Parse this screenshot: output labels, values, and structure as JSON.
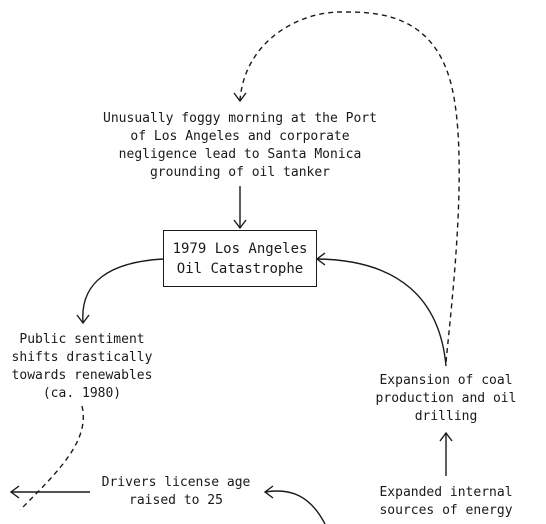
{
  "nodes": {
    "foggy_morning": "Unusually foggy morning at the Port\nof Los Angeles and corporate\nnegligence lead to Santa Monica\ngrounding of oil tanker",
    "catastrophe": "1979 Los Angeles\nOil Catastrophe",
    "public_sentiment": "Public sentiment\nshifts drastically\ntowards renewables\n(ca. 1980)",
    "coal_expansion": "Expansion of coal\nproduction and oil\ndrilling",
    "drivers_license": "Drivers license age\nraised to 25",
    "internal_sources": "Expanded internal\nsources of energy"
  },
  "colors": {
    "stroke": "#1a1a1a",
    "background": "#ffffff"
  }
}
